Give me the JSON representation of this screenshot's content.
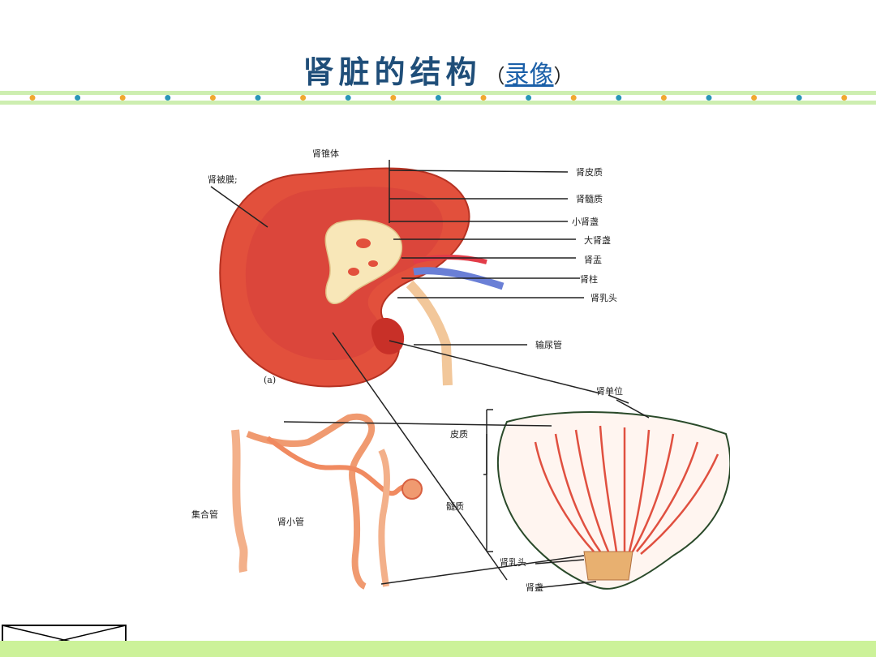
{
  "slide": {
    "title": "肾脏的结构",
    "link_open": "（",
    "link_text": "录像",
    "link_close": "）"
  },
  "diagram": {
    "panel_a_label": "(a)",
    "labels": {
      "pyramid": "肾锥体",
      "capsule": "肾被膜;",
      "cortex": "肾皮质",
      "medulla": "肾髓质",
      "minor_calyx": "小肾盏",
      "major_calyx": "大肾盏",
      "pelvis": "肾盂",
      "column": "肾柱",
      "papilla": "肾乳头",
      "ureter": "输尿管",
      "nephron": "肾单位",
      "cortex2": "皮质",
      "medulla2": "髓质",
      "collecting_duct": "集合管",
      "tubule": "肾小管",
      "papilla2": "肾乳头",
      "calyx2": "肾盏"
    }
  },
  "colors": {
    "title": "#1f4e79",
    "band": "#cdeeb0",
    "dot_orange": "#f0a830",
    "dot_blue": "#2a96b8",
    "bottom_bar": "#ccf299"
  }
}
